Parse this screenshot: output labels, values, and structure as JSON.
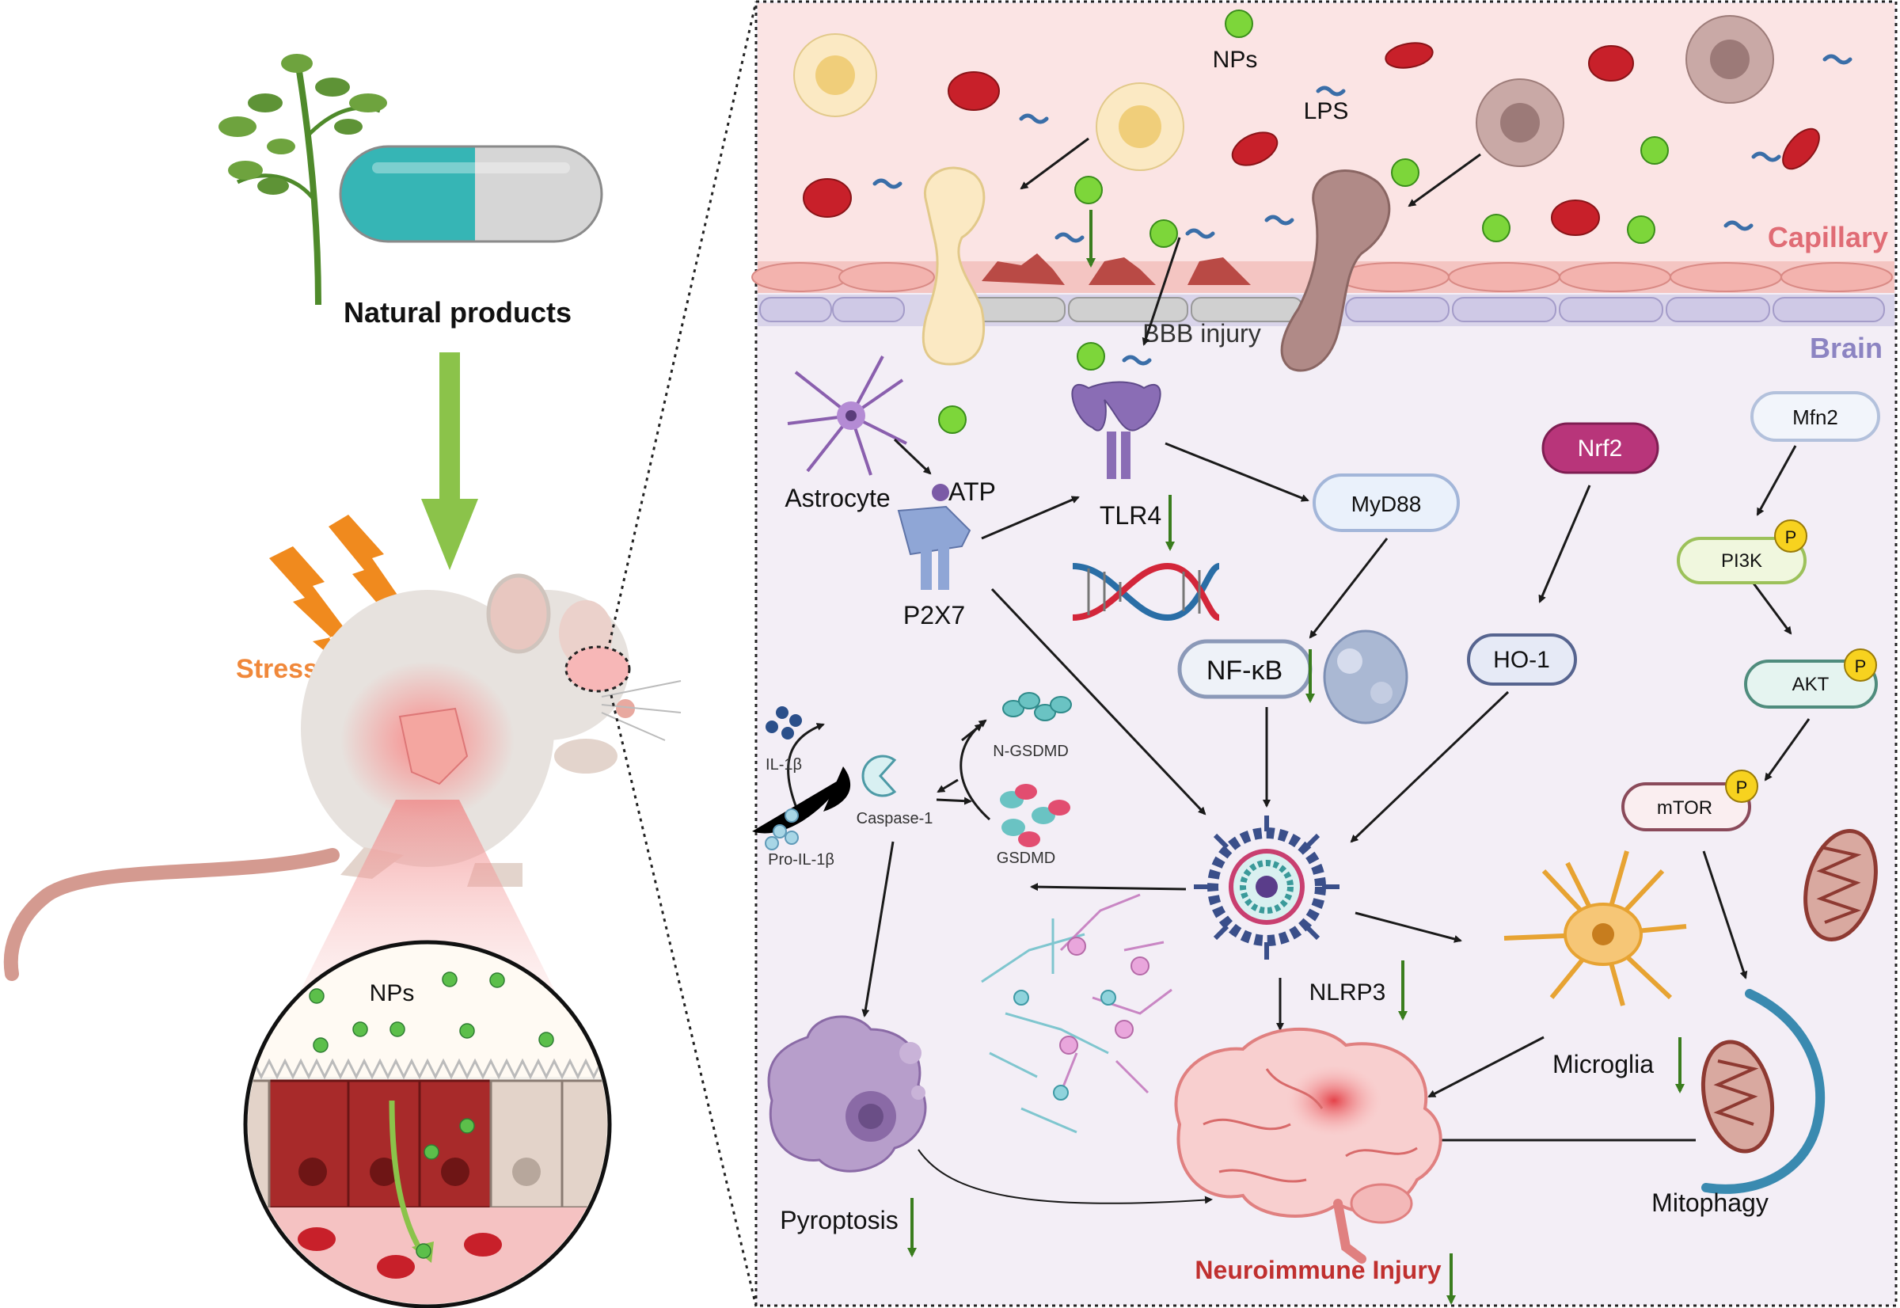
{
  "left_panel": {
    "natural_products_label": "Natural products",
    "stress_label": "Stress",
    "inset_nps_label": "NPs"
  },
  "right_panel": {
    "region_labels": {
      "capillary": "Capillary",
      "brain": "Brain"
    },
    "particle_labels": {
      "nps": "NPs",
      "lps": "LPS"
    },
    "bbb_injury": "BBB injury",
    "cells": {
      "astrocyte": "Astrocyte",
      "atp": "ATP",
      "p2x7": "P2X7",
      "tlr4": "TLR4",
      "microglia": "Microglia",
      "mitophagy": "Mitophagy",
      "nlrp3": "NLRP3",
      "pyroptosis": "Pyroptosis",
      "neuroimmune_injury": "Neuroimmune Injury"
    },
    "nodes": {
      "myd88": "MyD88",
      "nfkb": "NF-κB",
      "nrf2": "Nrf2",
      "ho1": "HO-1",
      "mfn2": "Mfn2",
      "pi3k": "PI3K",
      "akt": "AKT",
      "mtor": "mTOR",
      "phospho": "P"
    },
    "inflammasome": {
      "il1b": "IL-1β",
      "pro_il1b": "Pro-IL-1β",
      "caspase1": "Caspase-1",
      "n_gsdmd": "N-GSDMD",
      "gsdmd": "GSDMD"
    }
  },
  "colors": {
    "capillary_bg": "#fbe4e4",
    "brain_bg": "#f3eef6",
    "capillary_text": "#e06c75",
    "brain_text": "#8c84c2",
    "stress_text": "#f0883a",
    "neuro_text": "#c0302f",
    "decrease_arrow": "#3a7d1e",
    "nps_green": "#7dd63a",
    "nrf2_fill": "#b8357a"
  },
  "icons": {
    "decrease": "down-arrow-icon",
    "phosphate": "phospho-badge-icon",
    "inhibit": "inhibition-bar-icon"
  }
}
